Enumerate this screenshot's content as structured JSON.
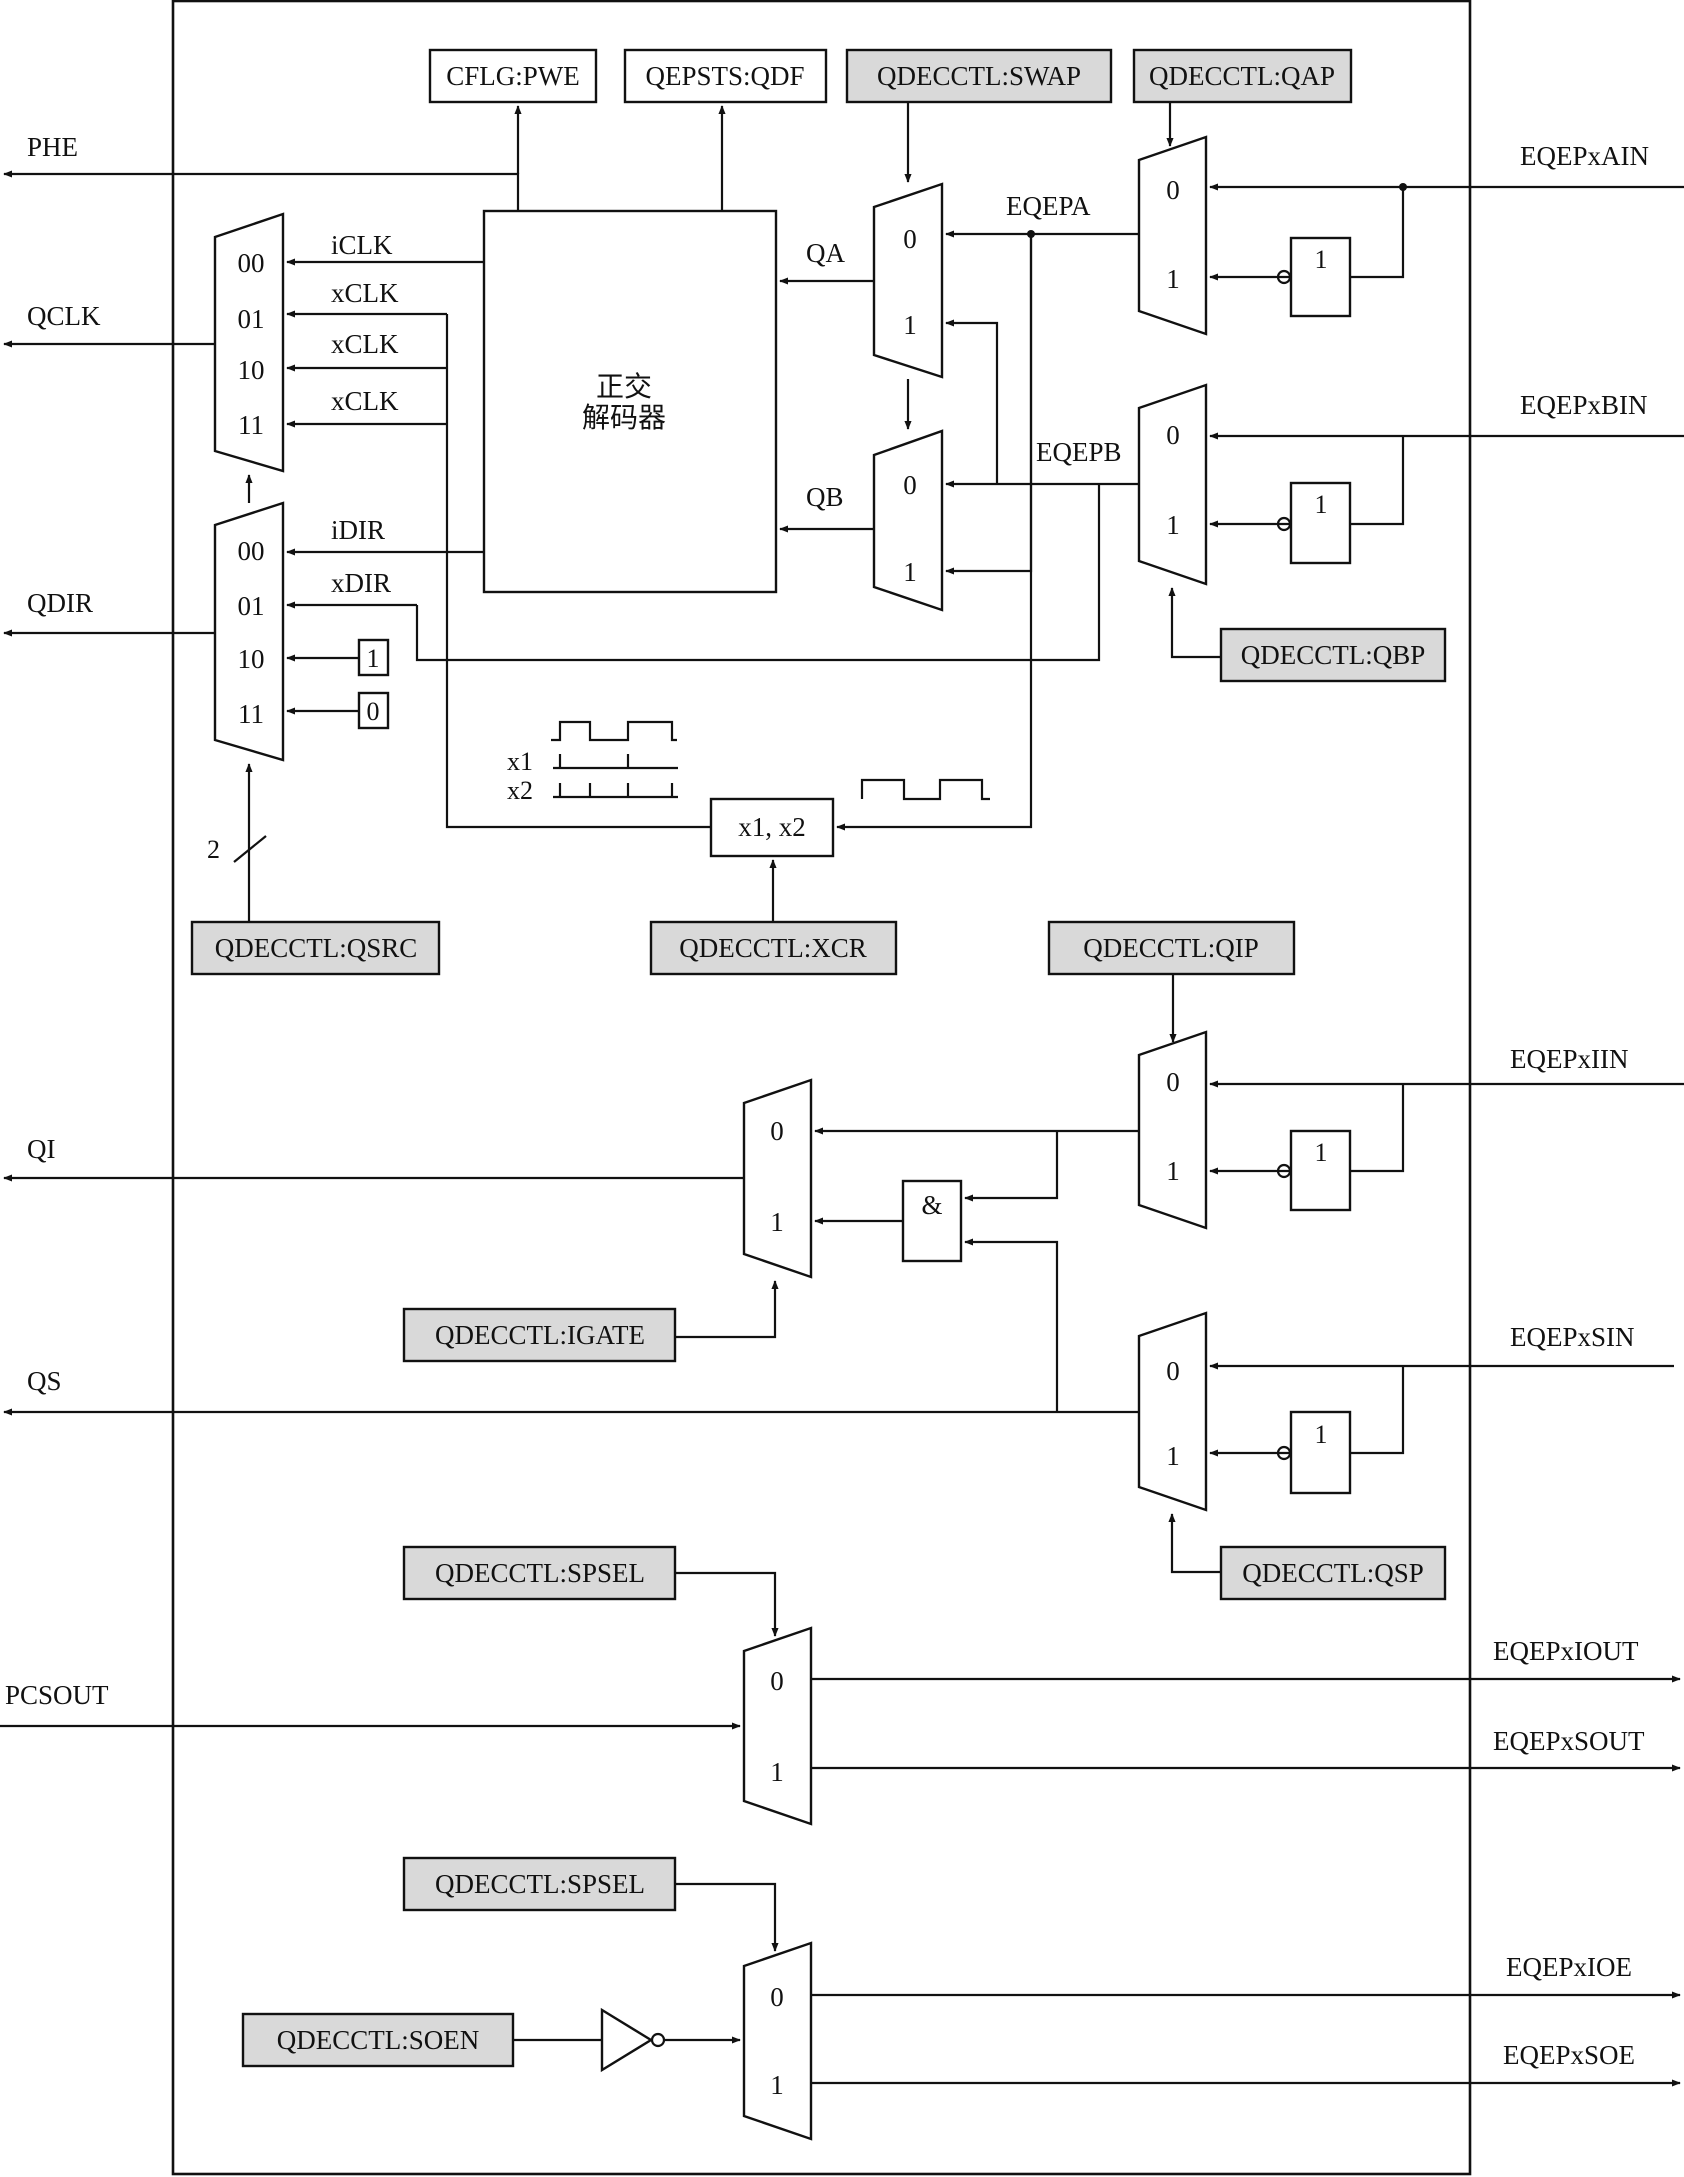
{
  "signals": {
    "phe": "PHE",
    "qclk": "QCLK",
    "qdir": "QDIR",
    "qi": "QI",
    "qs": "QS",
    "pcsout": "PCSOUT",
    "eqepx_ain": "EQEPxAIN",
    "eqepx_bin": "EQEPxBIN",
    "eqepx_iin": "EQEPxIIN",
    "eqepx_sin": "EQEPxSIN",
    "eqepx_iout": "EQEPxIOUT",
    "eqepx_sout": "EQEPxSOUT",
    "eqepx_ioe": "EQEPxIOE",
    "eqepx_soe": "EQEPxSOE",
    "eqepa": "EQEPA",
    "eqepb": "EQEPB",
    "qa": "QA",
    "qb": "QB",
    "iclk": "iCLK",
    "xclk1": "xCLK",
    "xclk2": "xCLK",
    "xclk3": "xCLK",
    "idir": "iDIR",
    "xdir": "xDIR",
    "bus_width": "2"
  },
  "registers": {
    "cflg_pwe": "CFLG:PWE",
    "qepsts_qdf": "QEPSTS:QDF",
    "swap": "QDECCTL:SWAP",
    "qap": "QDECCTL:QAP",
    "qbp": "QDECCTL:QBP",
    "qsrc": "QDECCTL:QSRC",
    "xcr": "QDECCTL:XCR",
    "qip": "QDECCTL:QIP",
    "igate": "QDECCTL:IGATE",
    "qsp": "QDECCTL:QSP",
    "spsel1": "QDECCTL:SPSEL",
    "spsel2": "QDECCTL:SPSEL",
    "soen": "QDECCTL:SOEN"
  },
  "decoder": {
    "line1": "正交",
    "line2": "解码器"
  },
  "mux_inputs": {
    "qsrc_clk": [
      "00",
      "01",
      "10",
      "11"
    ],
    "qsrc_dir": [
      "00",
      "01",
      "10",
      "11"
    ],
    "binary": [
      "0",
      "1"
    ]
  },
  "constants": {
    "one": "1",
    "zero": "0"
  },
  "gates": {
    "not_label": "1",
    "and_label": "&"
  },
  "xcr_block": {
    "label": "x1, x2",
    "x1": "x1",
    "x2": "x2"
  }
}
